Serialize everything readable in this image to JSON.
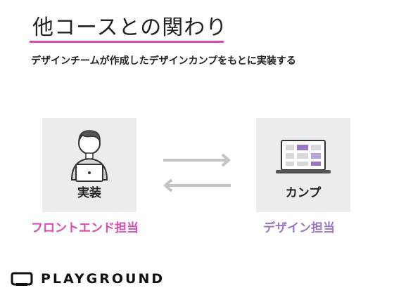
{
  "heading": {
    "title": "他コースとの関わり",
    "subtitle": "デザインチームが作成したデザインカンプをもとに実装する"
  },
  "colors": {
    "accent_pink": "#d94bb0",
    "accent_purple": "#9a75c2",
    "card_bg": "#ececef",
    "arrow": "#c4c4c4"
  },
  "left_card": {
    "label": "実装",
    "role": "フロントエンド担当",
    "icon": "developer-with-laptop-icon"
  },
  "right_card": {
    "label": "カンプ",
    "role": "デザイン担当",
    "icon": "laptop-mockup-icon"
  },
  "arrows": {
    "icon_top": "arrow-right-icon",
    "icon_bottom": "arrow-left-icon"
  },
  "logo": {
    "text": "PLAYGROUND",
    "icon": "playground-logo-icon"
  }
}
